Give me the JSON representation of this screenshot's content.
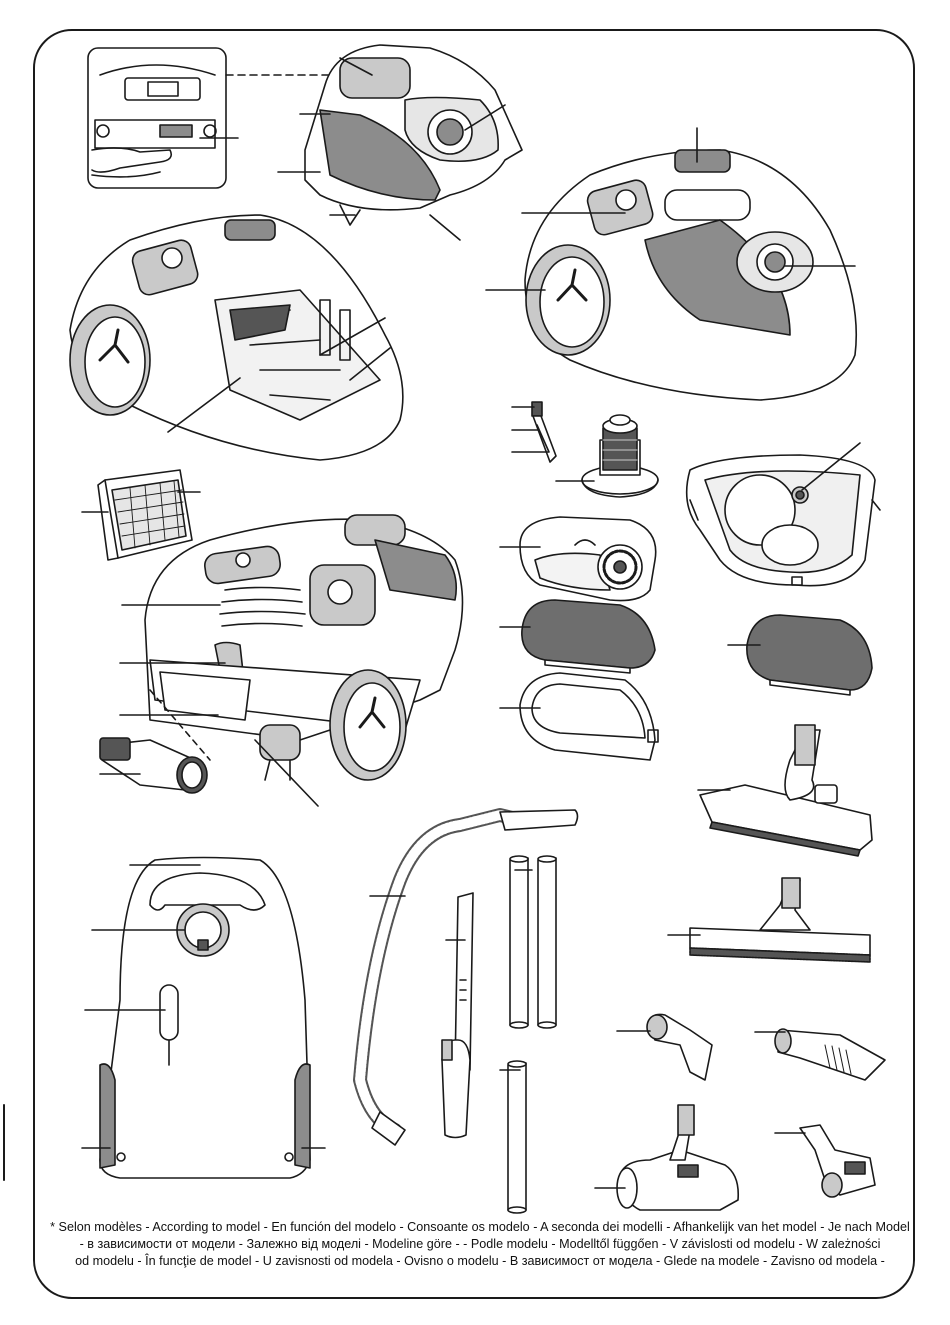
{
  "footnote": {
    "line1": "* Selon modèles - According to model - En función del modelo - Consoante os modelo - A seconda dei modelli - Afhankelijk van het model - Je nach Model",
    "line2": "- в зависимости от модели - Залежно від моделі - Modeline göre -                 - Podle modelu - Modelltől függően - V závislosti od modelu - W zależności",
    "line3": "od modelu - În funcţie de model - U zavisnosti od modela - Ovisno o modelu - В зависимост от модела - Glede na modele - Zavisno od modela -"
  },
  "colors": {
    "outline": "#1a1a1a",
    "panel_gray": "#8c8c8c",
    "light_gray": "#c9c9c9",
    "filter_dark": "#6e6e6e"
  },
  "parts": [
    "inset-detail-icon",
    "vacuum-top-view-icon",
    "vacuum-open-compartment-icon",
    "vacuum-three-quarter-view-icon",
    "hepa-filter-icon",
    "brush-pen-icon",
    "cyclone-filter-icon",
    "container-lid-icon",
    "dust-container-icon",
    "foam-filter-icon",
    "vacuum-rear-view-icon",
    "crevice-brush-icon",
    "floor-nozzle-icon",
    "hose-icon",
    "telescopic-tube-icon",
    "extension-tubes-icon",
    "parquet-nozzle-icon",
    "upholstery-nozzle-icon",
    "dust-brush-icon",
    "turbo-brush-icon",
    "mini-turbo-brush-icon",
    "vacuum-front-upright-icon"
  ]
}
